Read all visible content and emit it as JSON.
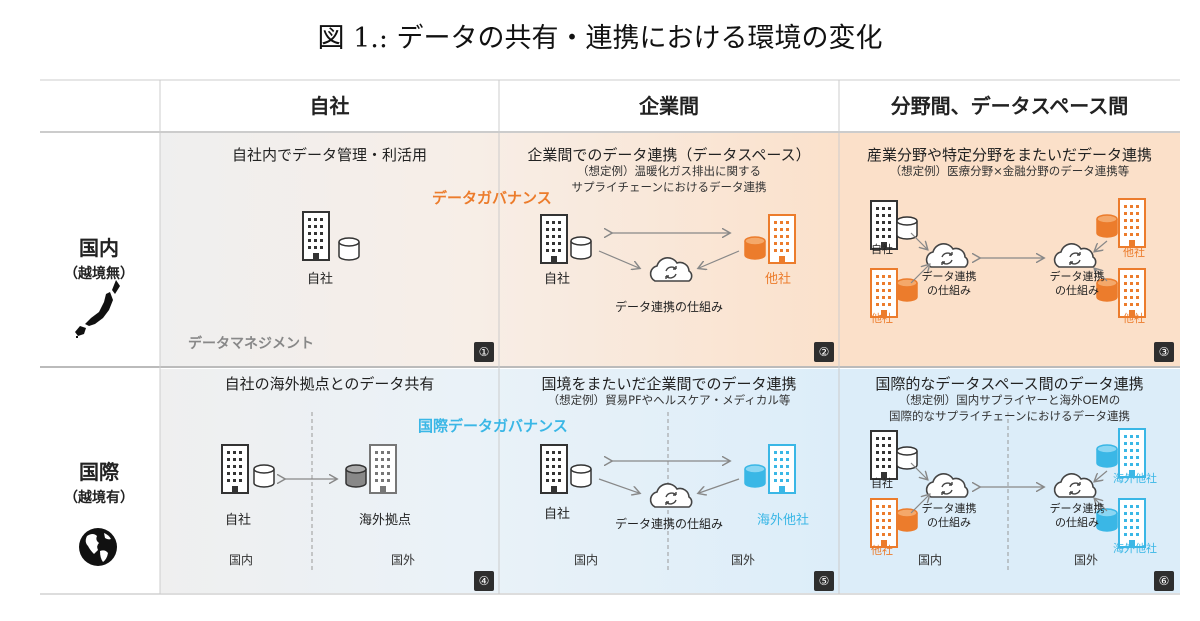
{
  "title": "図 1.: データの共有・連携における環境の変化",
  "columns": [
    "自社",
    "企業間",
    "分野間、データスペース間"
  ],
  "rows": [
    {
      "label": "国内",
      "sub": "（越境無）",
      "icon": "japan-map-icon"
    },
    {
      "label": "国際",
      "sub": "（越境有）",
      "icon": "globe-icon"
    }
  ],
  "governance": {
    "domestic": "データガバナンス",
    "international": "国際データガバナンス",
    "management": "データマネジメント"
  },
  "cells": {
    "c1": {
      "title": "自社内でデータ管理・利活用",
      "company": "自社",
      "num": "①"
    },
    "c2": {
      "title": "企業間でのデータ連携（データスペース）",
      "sub1": "（想定例）温暖化ガス排出に関する",
      "sub2": "サプライチェーンにおけるデータ連携",
      "self": "自社",
      "other": "他社",
      "mech": "データ連携の仕組み",
      "num": "②"
    },
    "c3": {
      "title": "産業分野や特定分野をまたいだデータ連携",
      "sub1": "（想定例）医療分野×金融分野のデータ連携等",
      "self": "自社",
      "other": "他社",
      "mech1": "データ連携",
      "mech2": "の仕組み",
      "num": "③"
    },
    "c4": {
      "title": "自社の海外拠点とのデータ共有",
      "self": "自社",
      "overseas": "海外拠点",
      "dom": "国内",
      "intl": "国外",
      "num": "④"
    },
    "c5": {
      "title": "国境をまたいだ企業間でのデータ連携",
      "sub1": "（想定例）貿易PFやヘルスケア・メディカル等",
      "self": "自社",
      "other": "海外他社",
      "mech": "データ連携の仕組み",
      "dom": "国内",
      "intl": "国外",
      "num": "⑤"
    },
    "c6": {
      "title": "国際的なデータスペース間のデータ連携",
      "sub1": "（想定例）国内サプライヤーと海外OEMの",
      "sub2": "国際的なサプライチェーンにおけるデータ連携",
      "self": "自社",
      "other": "他社",
      "overseas_other": "海外他社",
      "mech1": "データ連携",
      "mech2": "の仕組み",
      "dom": "国内",
      "intl": "国外",
      "num": "⑥"
    }
  },
  "colors": {
    "orange": "#ec7c2c",
    "blue": "#3ab7e6",
    "dark": "#2e2e2e",
    "cell_orange": "#fbe5d3",
    "cell_blue": "#e2f1fb",
    "cell_gray": "#efefef"
  }
}
